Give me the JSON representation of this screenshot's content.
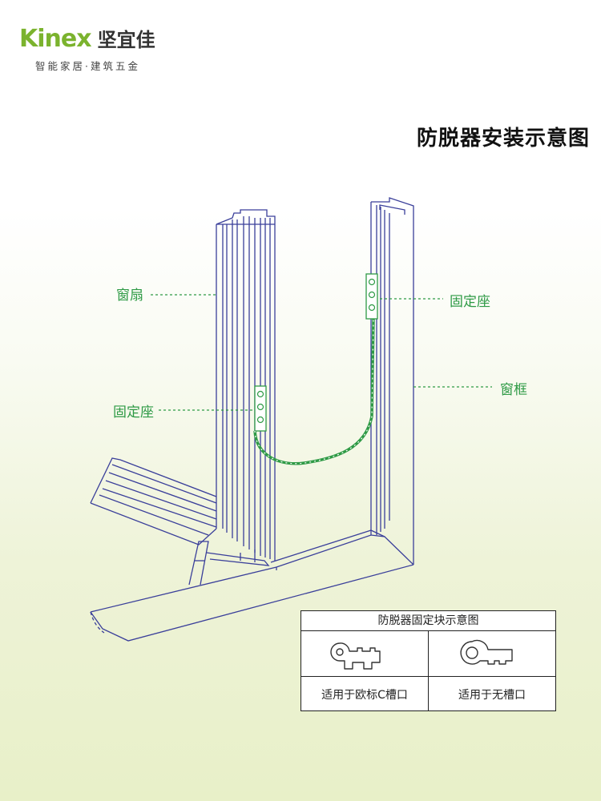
{
  "brand": {
    "logo_text": "Kinex",
    "name_cn": "坚宜佳",
    "tagline": "智能家居·建筑五金",
    "accent": "#7bb32e"
  },
  "title": "防脱器安装示意图",
  "labels": {
    "sash": "窗扇",
    "sash_mount": "固定座",
    "frame_mount": "固定座",
    "frame": "窗框"
  },
  "legend": {
    "title": "防脱器固定块示意图",
    "items": [
      {
        "caption": "适用于欧标C槽口",
        "icon": "c-slot-block-icon"
      },
      {
        "caption": "适用于无槽口",
        "icon": "no-slot-block-icon"
      }
    ]
  },
  "colors": {
    "line": "#3a3f9a",
    "callout": "#2e9a45",
    "cable": "#2e9a45"
  }
}
